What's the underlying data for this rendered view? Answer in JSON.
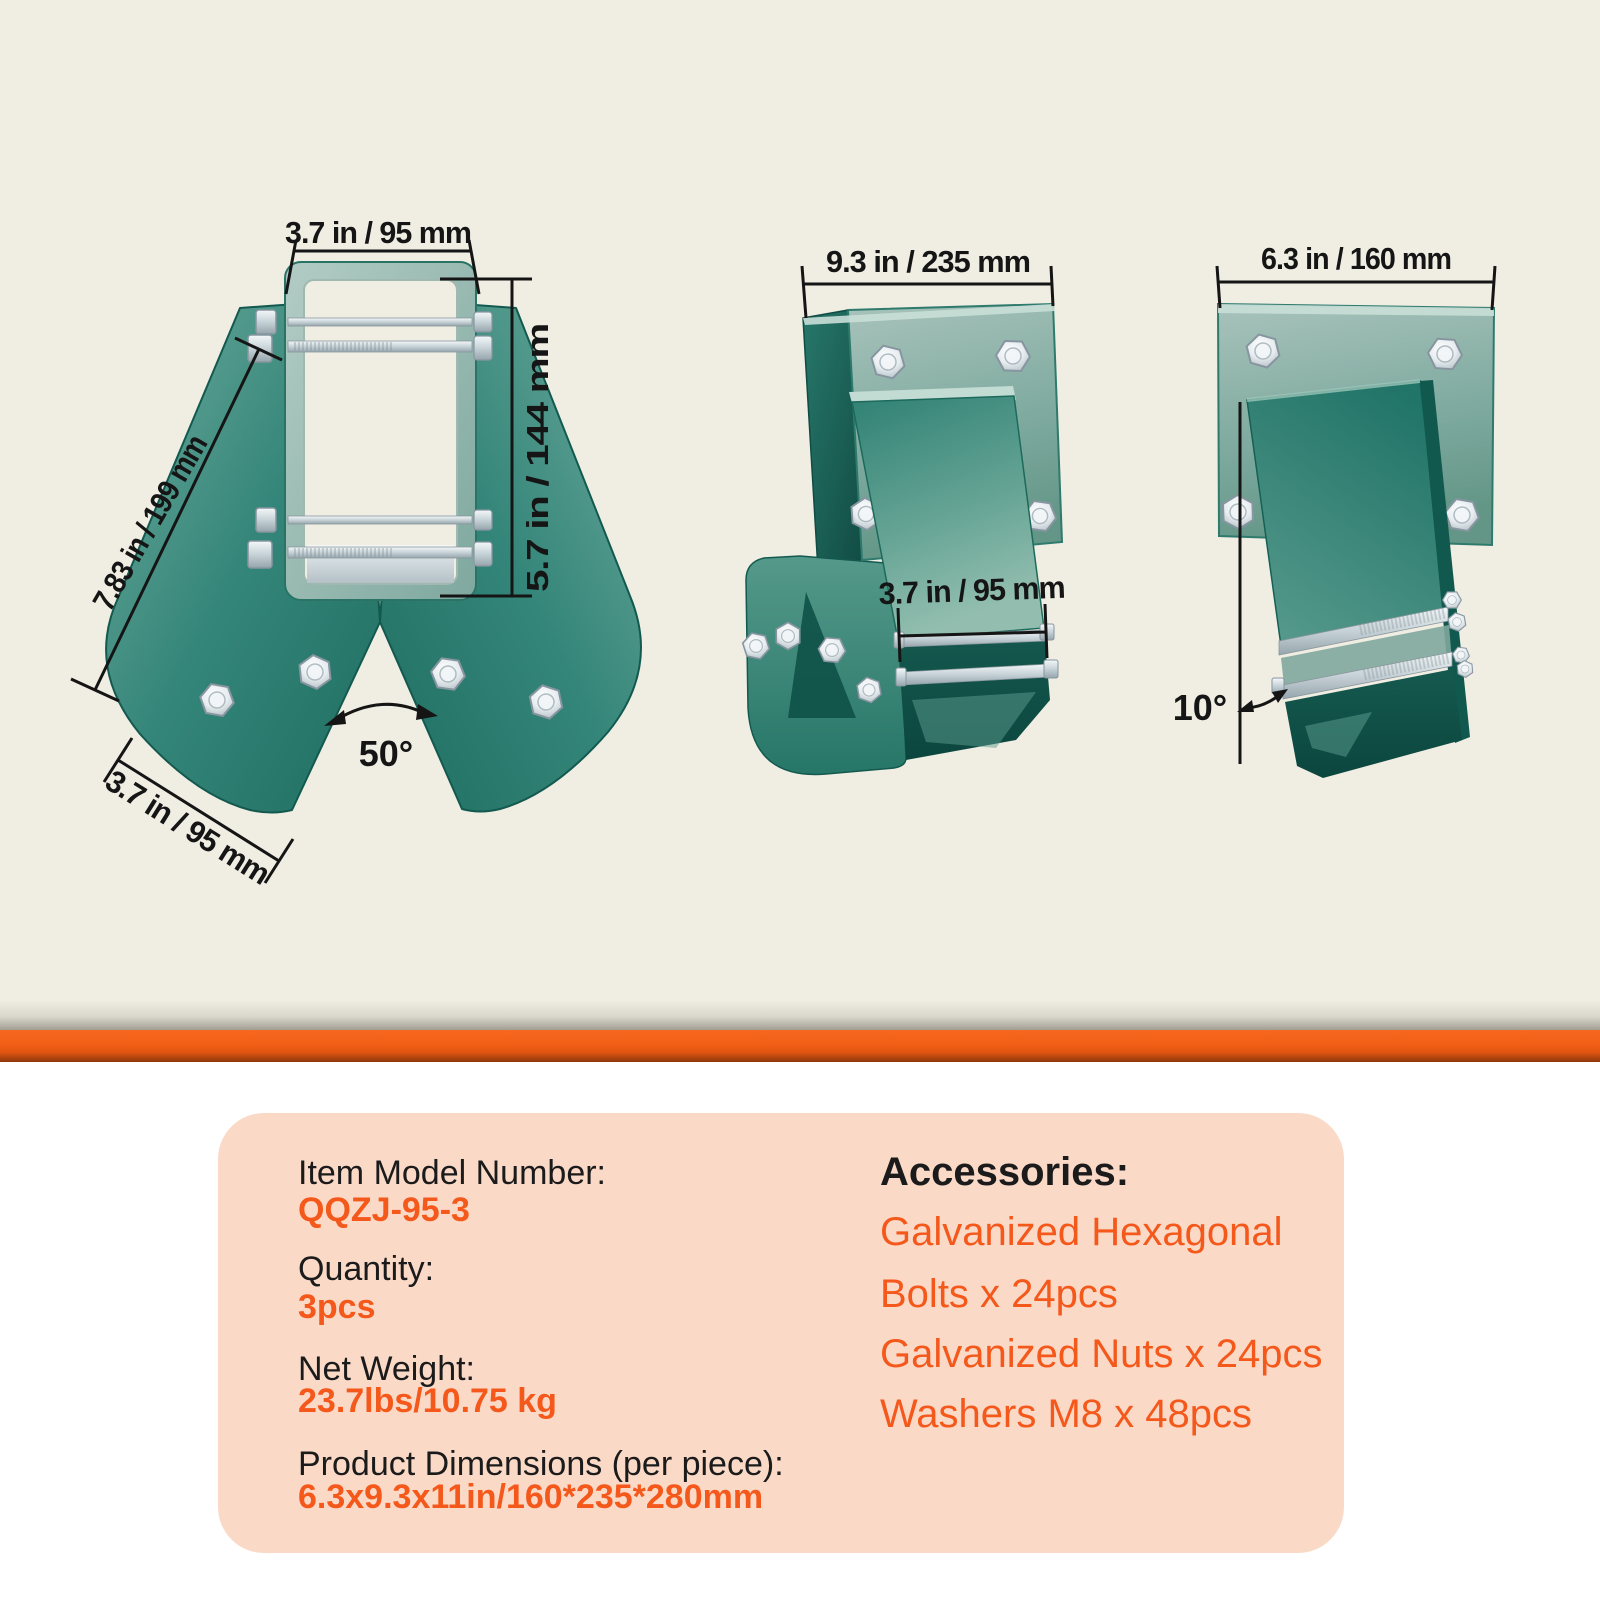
{
  "page": {
    "background_top": "#F0EDE3",
    "background_bottom": "#FFFFFF",
    "divider_color": "#F2611B",
    "panel_color": "#FBD9C7",
    "accent_color": "#F4581B",
    "text_color": "#1B1B1B",
    "product_color": "#2F8578"
  },
  "diagrams": {
    "front_view": {
      "top_width": "3.7 in / 95 mm",
      "side_height": "5.7 in / 144 mm",
      "diagonal_length": "7.83 in / 199 mm",
      "notch_angle": "50°",
      "leg_width": "3.7 in / 95 mm"
    },
    "side_view": {
      "top_width": "9.3 in / 235 mm",
      "beam_width": "3.7 in / 95 mm"
    },
    "tilt_view": {
      "top_width": "6.3 in / 160 mm",
      "tilt_angle": "10°"
    }
  },
  "specs": {
    "rows": [
      {
        "label": "Item Model Number:",
        "value": "QQZJ-95-3"
      },
      {
        "label": "Quantity:",
        "value": "3pcs"
      },
      {
        "label": "Net Weight:",
        "value": "23.7lbs/10.75 kg"
      },
      {
        "label": "Product Dimensions (per piece):",
        "value": "6.3x9.3x11in/160*235*280mm"
      }
    ],
    "accessories": {
      "title": "Accessories:",
      "items": [
        "Galvanized Hexagonal",
        "Bolts x 24pcs",
        "Galvanized Nuts x 24pcs",
        "Washers M8 x 48pcs"
      ]
    }
  }
}
